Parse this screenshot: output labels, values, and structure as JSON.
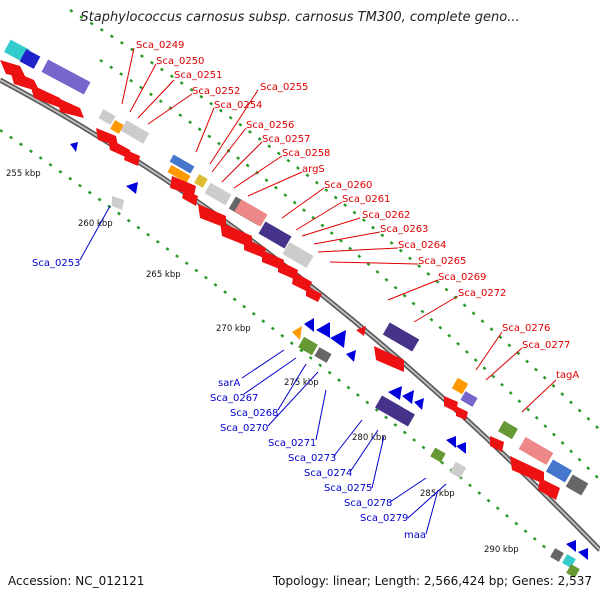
{
  "title": "Staphylococcus carnosus subsp. carnosus TM300, complete geno...",
  "footer": {
    "accession": "Accession: NC_012121",
    "summary": "Topology: linear; Length: 2,566,424 bp; Genes: 2,537"
  },
  "kbp_labels": [
    "255 kbp",
    "260 kbp",
    "265 kbp",
    "270 kbp",
    "275 kbp",
    "280 kbp",
    "285 kbp",
    "290 kbp"
  ],
  "forward_labels": [
    "Sca_0249",
    "Sca_0250",
    "Sca_0251",
    "Sca_0252",
    "Sca_0254",
    "Sca_0255",
    "Sca_0256",
    "Sca_0257",
    "Sca_0258",
    "argS",
    "Sca_0260",
    "Sca_0261",
    "Sca_0262",
    "Sca_0263",
    "Sca_0264",
    "Sca_0265",
    "Sca_0269",
    "Sca_0272",
    "Sca_0276",
    "Sca_0277",
    "tagA"
  ],
  "reverse_labels": [
    "Sca_0253",
    "sarA",
    "Sca_0267",
    "Sca_0268",
    "Sca_0270",
    "Sca_0271",
    "Sca_0273",
    "Sca_0274",
    "Sca_0275",
    "Sca_0278",
    "Sca_0279",
    "maa"
  ],
  "colors": {
    "forward_label": "#dd0000",
    "reverse_label": "#0000cc",
    "tick_green": "#2a9a2a",
    "backbone": "#888888"
  }
}
